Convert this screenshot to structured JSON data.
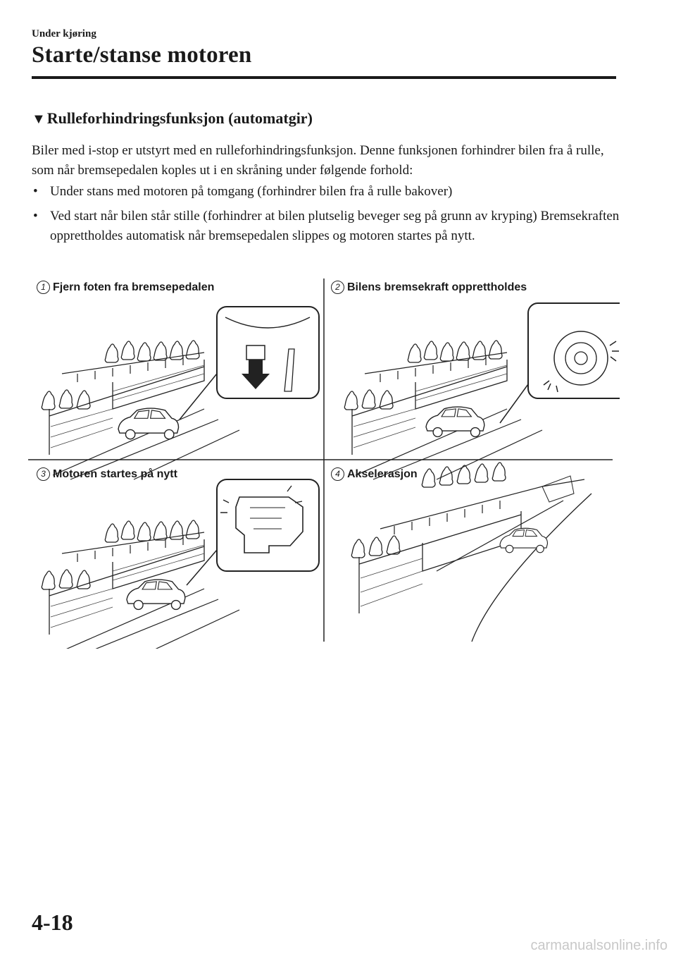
{
  "header": {
    "breadcrumb": "Under kjøring",
    "title": "Starte/stanse motoren"
  },
  "section": {
    "marker_icon": "down-triangle",
    "heading": "Rulleforhindringsfunksjon (automatgir)",
    "intro": "Biler med i-stop er utstyrt med en rulleforhindringsfunksjon. Denne funksjonen forhindrer bilen fra å rulle, som når bremsepedalen koples ut i en skråning under følgende forhold:",
    "bullet_symbol": "•",
    "bullets": [
      "Under stans med motoren på tomgang (forhindrer bilen fra å rulle bakover)",
      "Ved start når bilen står stille (forhindrer at bilen plutselig beveger seg på grunn av kryping) Bremsekraften opprettholdes automatisk når bremsepedalen slippes og motoren startes på nytt."
    ]
  },
  "figure": {
    "panels": [
      {
        "number": "1",
        "caption": "Fjern foten fra bremsepedalen"
      },
      {
        "number": "2",
        "caption": "Bilens bremsekraft opprettholdes"
      },
      {
        "number": "3",
        "caption": "Motoren startes på nytt"
      },
      {
        "number": "4",
        "caption": "Akselerasjon"
      }
    ]
  },
  "footer": {
    "page_number": "4-18",
    "watermark": "carmanualsonline.info"
  }
}
